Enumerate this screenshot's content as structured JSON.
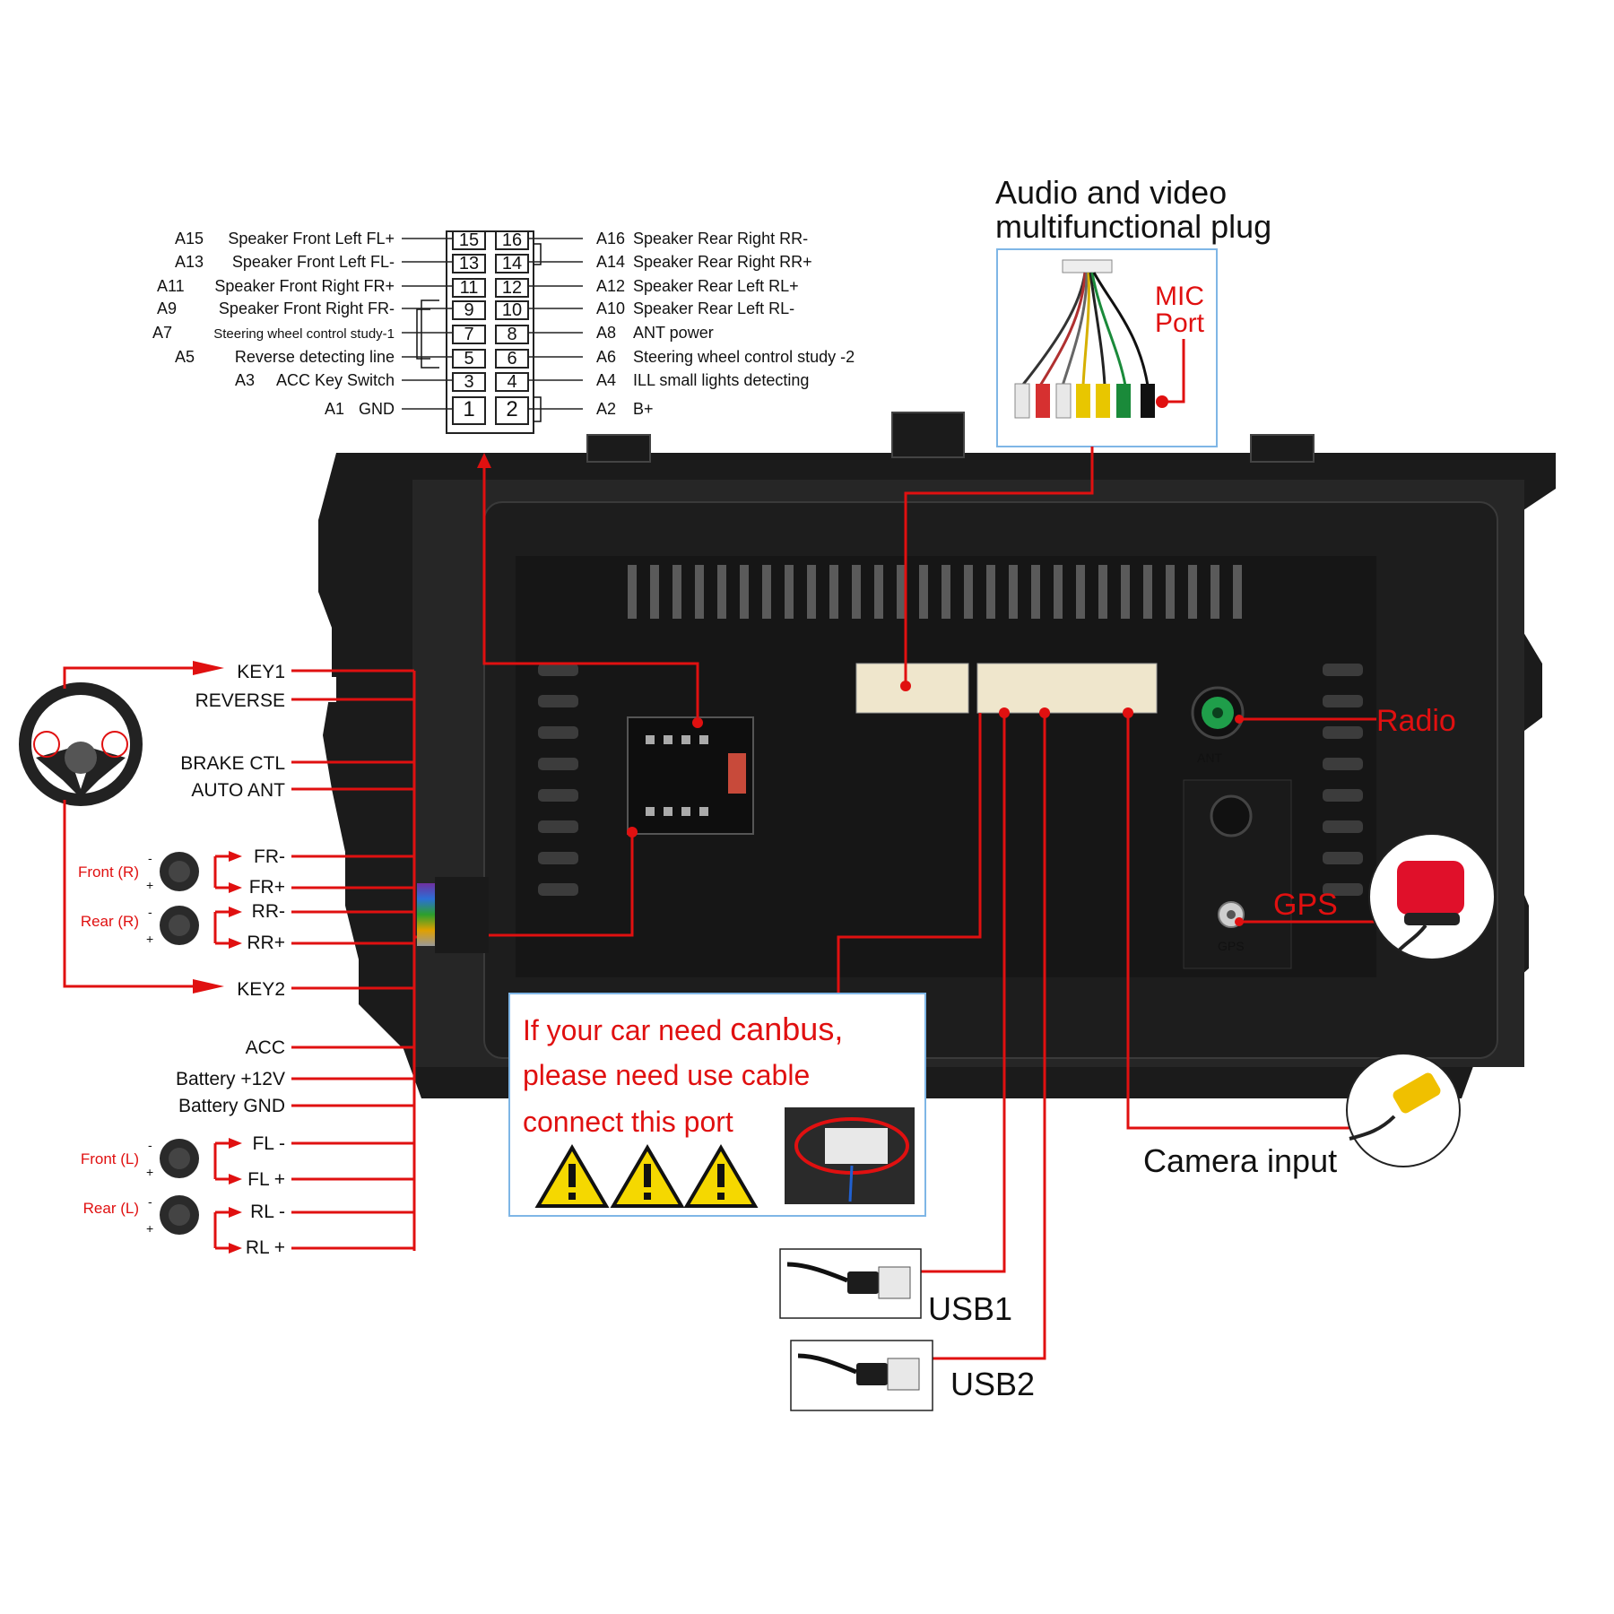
{
  "pinout": {
    "left": [
      {
        "code": "A15",
        "label": "Speaker Front Left FL+"
      },
      {
        "code": "A13",
        "label": "Speaker Front Left FL-"
      },
      {
        "code": "A11",
        "label": "Speaker Front Right FR+"
      },
      {
        "code": "A9",
        "label": "Speaker Front Right FR-"
      },
      {
        "code": "A7",
        "label": "Steering wheel control study-1"
      },
      {
        "code": "A5",
        "label": "Reverse detecting line"
      },
      {
        "code": "A3",
        "label": "ACC Key Switch"
      },
      {
        "code": "A1",
        "label": "GND"
      }
    ],
    "right": [
      {
        "code": "A16",
        "label": "Speaker Rear Right RR-"
      },
      {
        "code": "A14",
        "label": "Speaker Rear Right RR+"
      },
      {
        "code": "A12",
        "label": "Speaker Rear Left RL+"
      },
      {
        "code": "A10",
        "label": "Speaker Rear Left RL-"
      },
      {
        "code": "A8",
        "label": "ANT power"
      },
      {
        "code": "A6",
        "label": "Steering wheel control study -2"
      },
      {
        "code": "A4",
        "label": "ILL small lights detecting"
      },
      {
        "code": "A2",
        "label": "B+"
      }
    ],
    "pins_left": [
      "15",
      "13",
      "11",
      "9",
      "7",
      "5",
      "3",
      "1"
    ],
    "pins_right": [
      "16",
      "14",
      "12",
      "10",
      "8",
      "6",
      "4",
      "2"
    ]
  },
  "av_plug": {
    "title_line1": "Audio and video",
    "title_line2": "multifunctional plug",
    "mic_line1": "MIC",
    "mic_line2": "Port"
  },
  "harness_labels": {
    "key1": "KEY1",
    "reverse": "REVERSE",
    "brake": "BRAKE CTL",
    "auto_ant": "AUTO ANT",
    "fr_minus": "FR-",
    "fr_plus": "FR+",
    "rr_minus": "RR-",
    "rr_plus": "RR+",
    "key2": "KEY2",
    "acc": "ACC",
    "battery12": "Battery +12V",
    "battery_gnd": "Battery GND",
    "fl_minus": "FL -",
    "fl_plus": "FL +",
    "rl_minus": "RL -",
    "rl_plus": "RL +"
  },
  "speakers": {
    "front_r": "Front (R)",
    "rear_r": "Rear (R)",
    "front_l": "Front (L)",
    "rear_l": "Rear (L)",
    "minus": "-",
    "plus": "+"
  },
  "ports": {
    "radio": "Radio",
    "gps": "GPS",
    "camera": "Camera input",
    "usb1": "USB1",
    "usb2": "USB2",
    "ant_text": "ANT",
    "gps_text": "GPS"
  },
  "canbus": {
    "line1_pre": "If your car need ",
    "line1_em": "canbus,",
    "line2": "please need use cable",
    "line3": "connect this port"
  },
  "colors": {
    "accent": "#e01010",
    "frame": "#1a1a1a",
    "connector": "#efe6cc",
    "radio_port": "#1f9e4a"
  }
}
